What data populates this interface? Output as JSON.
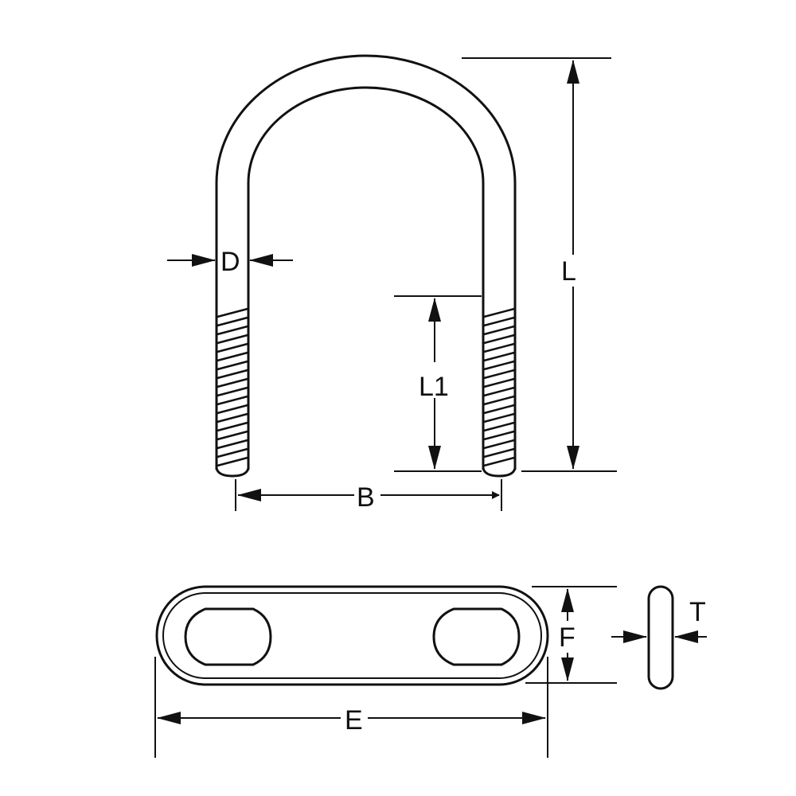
{
  "labels": {
    "D": "D",
    "L": "L",
    "L1": "L1",
    "B": "B",
    "E": "E",
    "F": "F",
    "T": "T"
  },
  "colors": {
    "line": "#111111",
    "background": "#ffffff"
  }
}
